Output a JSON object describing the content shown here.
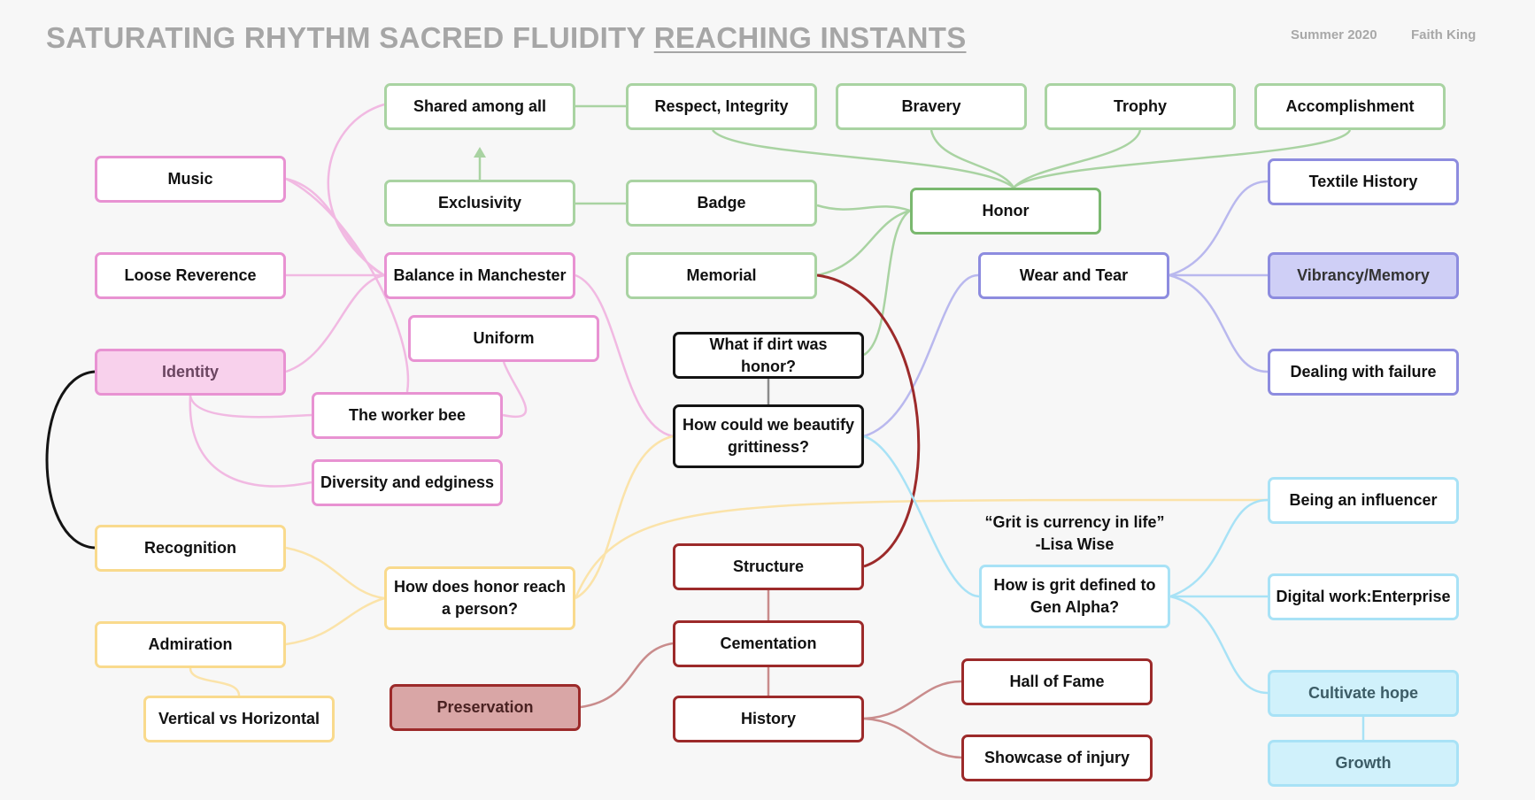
{
  "header": {
    "title_plain": "SATURATING RHYTHM SACRED FLUIDITY",
    "title_underlined": "REACHING INSTANTS",
    "date": "Summer 2020",
    "author": "Faith King"
  },
  "quote": "“Grit is currency in life”\n-Lisa Wise",
  "nodes": {
    "shared_among_all": "Shared among all",
    "respect_integrity": "Respect, Integrity",
    "bravery": "Bravery",
    "trophy": "Trophy",
    "accomplishment": "Accomplishment",
    "music": "Music",
    "exclusivity": "Exclusivity",
    "badge": "Badge",
    "honor": "Honor",
    "textile_history": "Textile History",
    "loose_reverence": "Loose Reverence",
    "balance_in_manchester": "Balance in Manchester",
    "memorial": "Memorial",
    "wear_and_tear": "Wear and Tear",
    "vibrancy_memory": "Vibrancy/Memory",
    "uniform": "Uniform",
    "what_if_dirt": "What if dirt was honor?",
    "identity": "Identity",
    "dealing_with_failure": "Dealing with failure",
    "worker_bee": "The worker bee",
    "beautify_grittiness": "How could we beautify grittiness?",
    "diversity_edginess": "Diversity and edginess",
    "being_influencer": "Being an influencer",
    "recognition": "Recognition",
    "structure": "Structure",
    "honor_reach_person": "How does honor reach a person?",
    "grit_gen_alpha": "How is grit defined to Gen Alpha?",
    "digital_work": "Digital work:Enterprise",
    "admiration": "Admiration",
    "cementation": "Cementation",
    "hall_of_fame": "Hall of Fame",
    "preservation": "Preservation",
    "cultivate_hope": "Cultivate hope",
    "vertical_horizontal": "Vertical vs Horizontal",
    "history": "History",
    "showcase_injury": "Showcase of injury",
    "growth": "Growth"
  },
  "colors": {
    "green": "#a9d3a2",
    "green_dark": "#7ab86f",
    "pink": "#e892d2",
    "pink_line": "#f1b9e2",
    "purple": "#8d8cdf",
    "purple_line": "#b9b8ee",
    "black": "#141414",
    "yellow": "#f9da8d",
    "yellow_line": "#fbe3a9",
    "red": "#9c2a2a",
    "red_line": "#c98c8c",
    "blue": "#a8e2f6",
    "grey": "#8c8c8c"
  }
}
